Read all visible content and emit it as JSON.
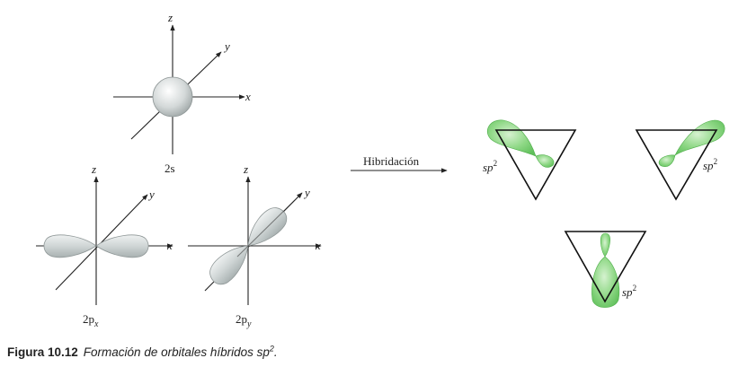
{
  "axes": {
    "x": "x",
    "y": "y",
    "z": "z"
  },
  "orbitals": {
    "s": {
      "base": "2s"
    },
    "px": {
      "base": "2p",
      "sub": "x"
    },
    "py": {
      "base": "2p",
      "sub": "y"
    }
  },
  "arrow_label": "Hibridación",
  "hybrid": {
    "base": "sp",
    "sup": "2"
  },
  "caption": {
    "number": "Figura 10.12",
    "text": "Formación de orbitales híbridos sp",
    "sup": "2",
    "end": "."
  },
  "colors": {
    "orbital_gray": "#d3d8d8",
    "hybrid_green": "#7fd27a"
  }
}
